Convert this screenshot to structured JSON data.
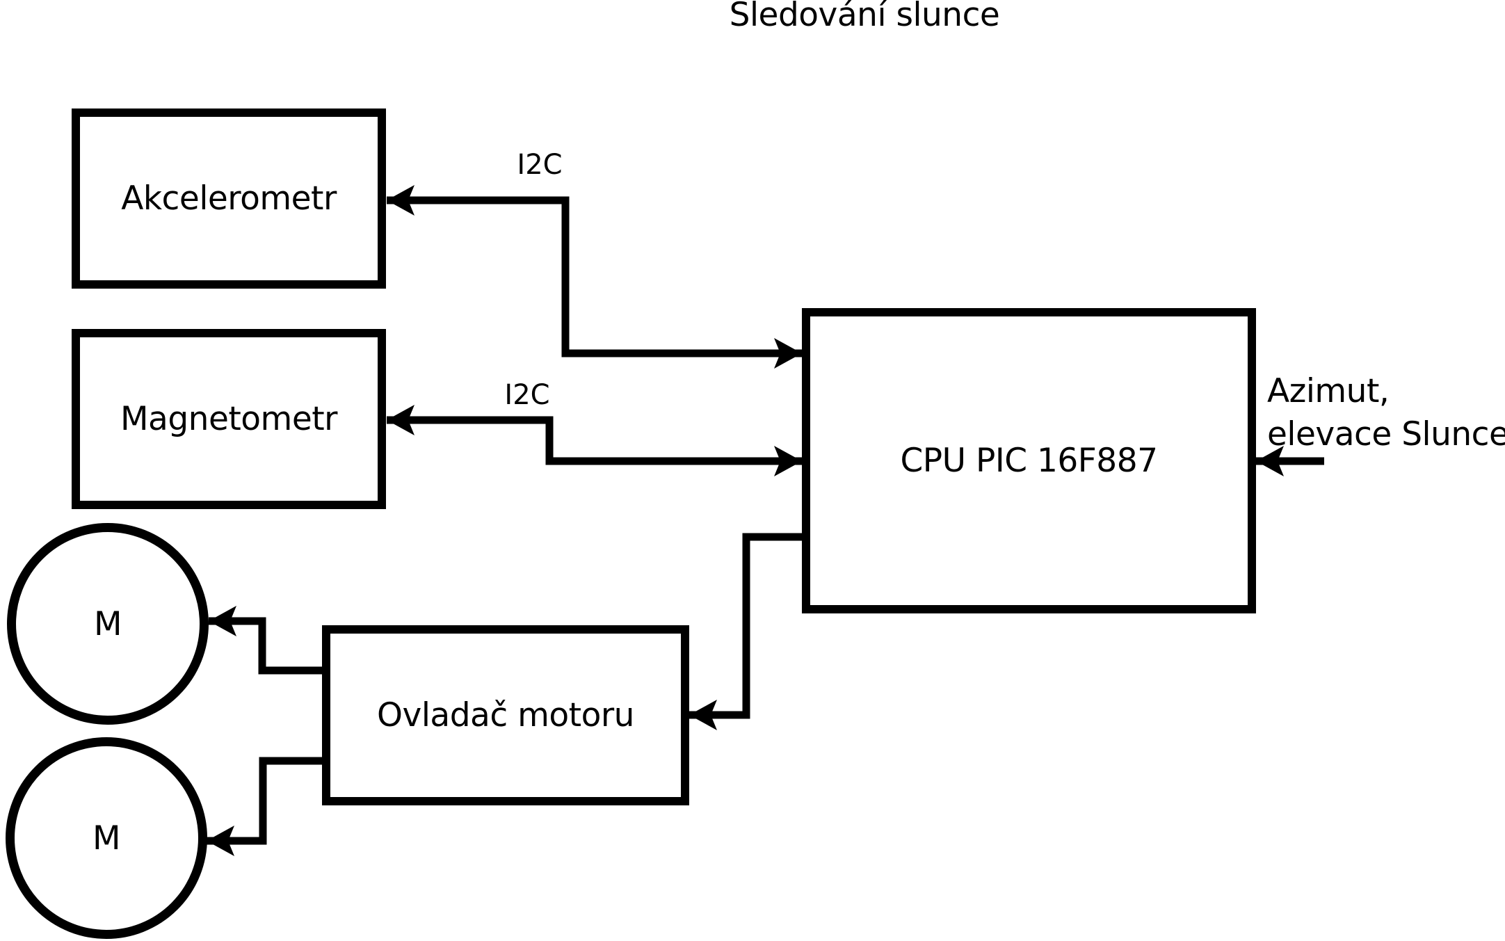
{
  "title": "Sledování slunce",
  "blocks": {
    "akcelerometr": {
      "label": "Akcelerometr"
    },
    "magnetometr": {
      "label": "Magnetometr"
    },
    "cpu": {
      "label": "CPU PIC 16F887"
    },
    "motor_driver": {
      "label": "Ovladač motoru"
    },
    "motor_top": {
      "label": "M"
    },
    "motor_bottom": {
      "label": "M"
    }
  },
  "wire_labels": {
    "i2c_accelerometer": "I2C",
    "i2c_magnetometer": "I2C",
    "azimut_line1": "Azimut,",
    "azimut_line2": "elevace Slunce"
  },
  "colors": {
    "stroke": "#000000",
    "text": "#000000",
    "background": "#ffffff"
  }
}
